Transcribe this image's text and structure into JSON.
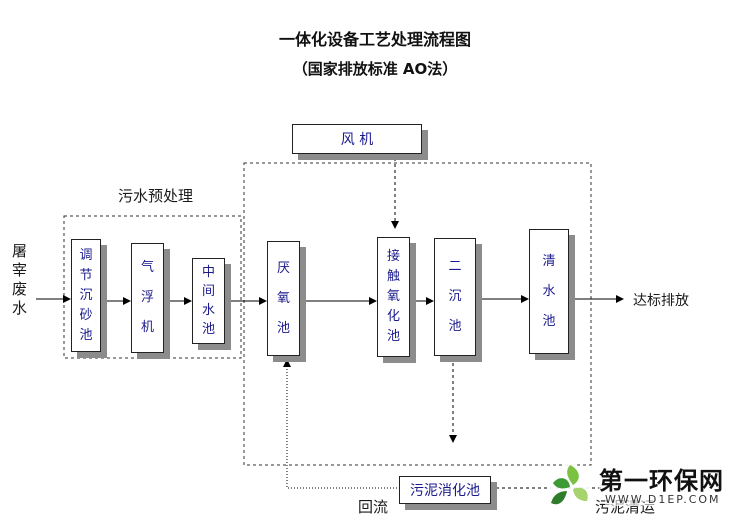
{
  "header": {
    "title": "一体化设备工艺处理流程图",
    "subtitle": "（国家排放标准 AO法）"
  },
  "labels": {
    "input": "屠宰废水",
    "pretreatment": "污水预处理",
    "output": "达标排放",
    "return": "回流",
    "sludge_out": "污泥清运"
  },
  "units": {
    "blower": "风 机",
    "regulating_grit_tank": "调节沉砂池",
    "air_flotation": "气浮机",
    "intermediate_tank": "中间水池",
    "anoxic_tank": "厌氧池",
    "contact_oxidation_tank": "接触氧化池",
    "secondary_clarifier": "二沉池",
    "clear_water_tank": "清水池",
    "sludge_digestion_tank": "污泥消化池"
  },
  "watermark": {
    "brand": "第一环保网",
    "url": "WWW.D1EP.COM"
  }
}
